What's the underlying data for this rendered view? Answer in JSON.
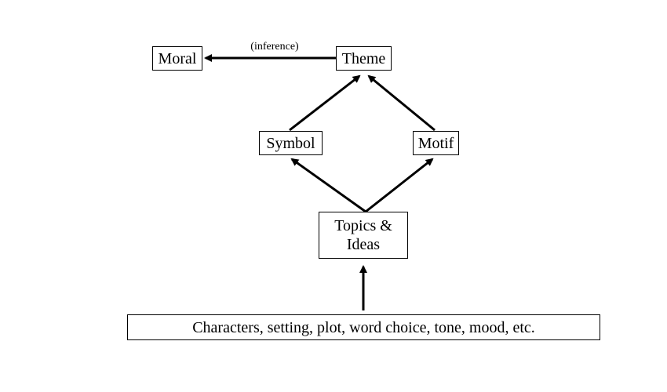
{
  "diagram": {
    "nodes": {
      "moral": "Moral",
      "theme": "Theme",
      "symbol": "Symbol",
      "motif": "Motif",
      "topics_line1": "Topics &",
      "topics_line2": "Ideas",
      "base": "Characters, setting, plot, word choice, tone, mood, etc."
    },
    "edge_labels": {
      "theme_to_moral": "(inference)"
    },
    "edges": [
      {
        "from": "theme",
        "to": "moral",
        "label": "(inference)"
      },
      {
        "from": "symbol",
        "to": "theme"
      },
      {
        "from": "motif",
        "to": "theme"
      },
      {
        "from": "topics",
        "to": "symbol"
      },
      {
        "from": "topics",
        "to": "motif"
      },
      {
        "from": "base",
        "to": "topics"
      }
    ],
    "colors": {
      "stroke": "#000000",
      "background": "#ffffff"
    }
  }
}
